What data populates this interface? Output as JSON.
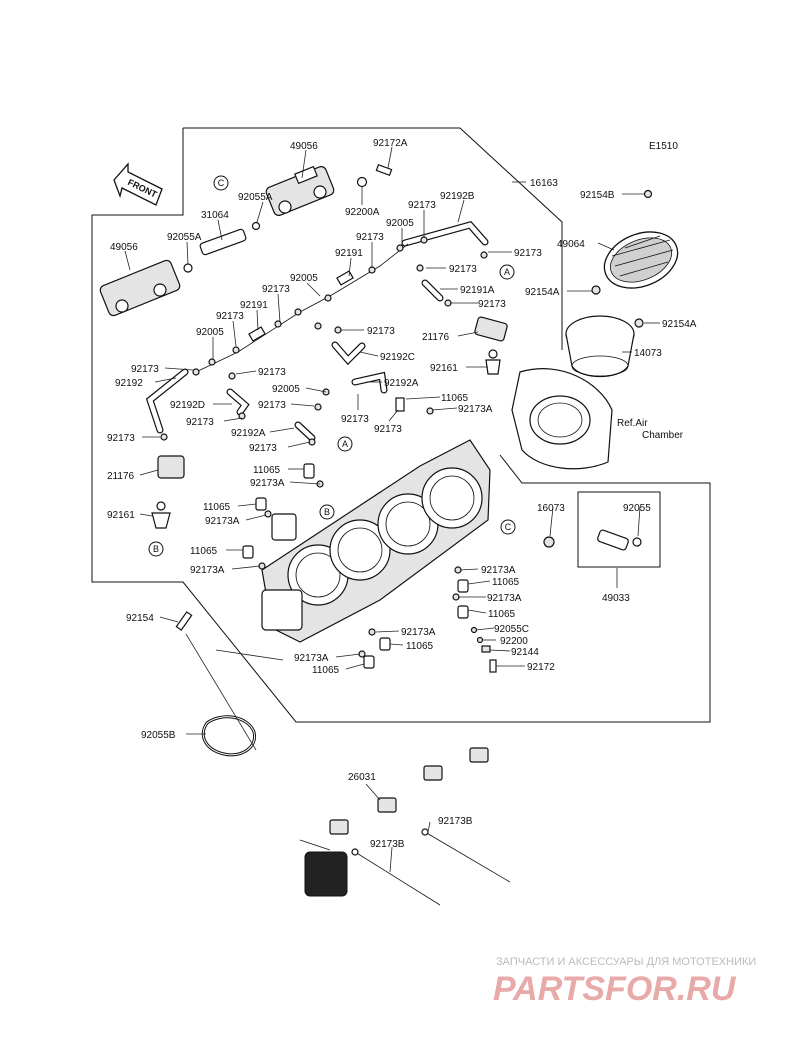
{
  "diagram_code": "E1510",
  "front_label": "FRONT",
  "ref_air_chamber": [
    "Ref.Air",
    "Chamber"
  ],
  "ref_markers": {
    "a": "A",
    "b": "B",
    "c": "C"
  },
  "parts": {
    "p49056_top": "49056",
    "p92172A": "92172A",
    "p16163": "16163",
    "p92055A_top": "92055A",
    "p92200A": "92200A",
    "p31064": "31064",
    "p92173_a": "92173",
    "p92192B": "92192B",
    "p92154B": "92154B",
    "p49056_left": "49056",
    "p92055A_left": "92055A",
    "p92005_a": "92005",
    "p92173_b": "92173",
    "p92173_c": "92173",
    "p49064": "49064",
    "p92191_a": "92191",
    "p92173_d": "92173",
    "p92005_b": "92005",
    "p92191A": "92191A",
    "p92154A_l": "92154A",
    "p92173_e": "92173",
    "p92191_b": "92191",
    "p92173_f": "92173",
    "p92173_g": "92173",
    "p92154A_r": "92154A",
    "p92005_c": "92005",
    "p21176_r": "21176",
    "p14073": "14073",
    "p92173_h": "92173",
    "p92173_i": "92173",
    "p92192C": "92192C",
    "p92161_r": "92161",
    "p92192": "92192",
    "p92005_d": "92005",
    "p92192A_a": "92192A",
    "p92192D": "92192D",
    "p92173_j": "92173",
    "p11065_a": "11065",
    "p92173A_a": "92173A",
    "p92173_k": "92173",
    "p92173_l": "92173",
    "p92173_m": "92173",
    "p92192A_b": "92192A",
    "p92173_n": "92173",
    "p92173_o": "92173",
    "p11065_b": "11065",
    "p92173A_b": "92173A",
    "p21176_l": "21176",
    "p92161_l": "92161",
    "p11065_c": "11065",
    "p92173A_c": "92173A",
    "p16073": "16073",
    "p92055": "92055",
    "p11065_d": "11065",
    "p92173A_d": "92173A",
    "p92173A_e": "92173A",
    "p11065_e": "11065",
    "p92173A_f": "92173A",
    "p11065_f": "11065",
    "p49033": "49033",
    "p92154": "92154",
    "p92055C": "92055C",
    "p92200": "92200",
    "p92173A_g": "92173A",
    "p11065_g": "11065",
    "p92144": "92144",
    "p92173A_h": "92173A",
    "p92172": "92172",
    "p11065_h": "11065",
    "p92055B": "92055B",
    "p26031": "26031",
    "p92173B_a": "92173B",
    "p92173B_b": "92173B"
  },
  "watermark": {
    "tagline": "ЗАПЧАСТИ И АКСЕССУАРЫ ДЛЯ МОТОТЕХНИКИ",
    "brand": "PARTSFOR.RU"
  }
}
